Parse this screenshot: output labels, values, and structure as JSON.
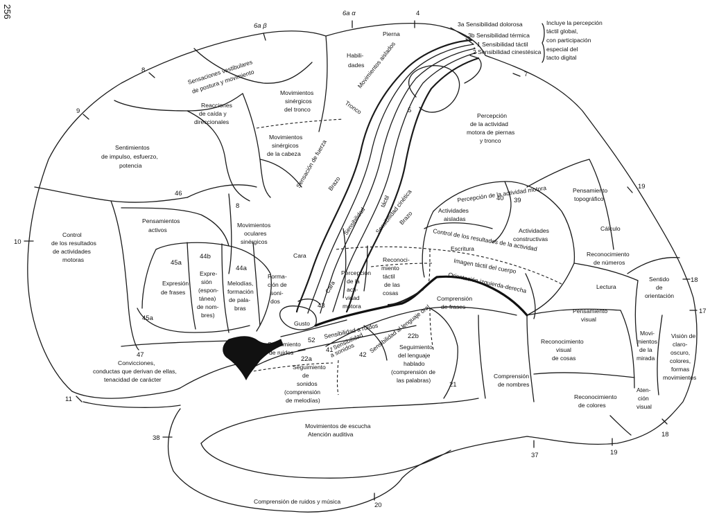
{
  "page_number": "256",
  "numbers": {
    "n4": "4",
    "n6aa": "6a α",
    "n6ab": "6a β",
    "n8": "8",
    "n9": "9",
    "n10": "10",
    "n11": "11",
    "n38": "38",
    "n20": "20",
    "n37": "37",
    "n19a": "19",
    "n19b": "19",
    "n18a": "18",
    "n18b": "18",
    "n17": "17",
    "n7": "7",
    "n5": "5",
    "n46": "46",
    "n8b": "8",
    "n44b": "44b",
    "n44a": "44a",
    "n45a1": "45a",
    "n45a2": "45a",
    "n47": "47",
    "n43": "43",
    "n52": "52",
    "n41": "41",
    "n42": "42",
    "n22a": "22a",
    "n22b": "22b",
    "n21": "21",
    "n40": "40",
    "n39": "39"
  },
  "legend": {
    "l3a": "3a Sensibilidad dolorosa",
    "l3b": "3b Sensibilidad térmica",
    "l1": "1 Sensibilidad táctil",
    "l2": "2 Sensibilidad cinestésica",
    "note": [
      "Incluye la percepción",
      "táctil global,",
      "con participación",
      "especial del",
      "tacto digital"
    ]
  },
  "areas": {
    "pierna": "Pierna",
    "habilidades": [
      "Habili-",
      "dades"
    ],
    "mov_aislados": "Movimientos aislados",
    "tronco": "Tronco",
    "sensaciones": [
      "Sensaciones vestibulares",
      "de postura y movimiento"
    ],
    "reacciones": [
      "Reacciones",
      "de caída y",
      "direccionales"
    ],
    "mov_sin_tronco": [
      "Movimientos",
      "sinérgicos",
      "del tronco"
    ],
    "mov_sin_cabeza": [
      "Movimientos",
      "sinérgicos",
      "de la cabeza"
    ],
    "sentimientos": [
      "Sentimientos",
      "de impulso, esfuerzo,",
      "potencia"
    ],
    "sensacion_fuerza": "Sensación de fuerza",
    "brazo1": "Brazo",
    "percepcion_act": [
      "Percepción",
      "de la actividad",
      "motora de piernas",
      "y tronco"
    ],
    "pens_activos": [
      "Pensamientos",
      "activos"
    ],
    "mov_oculares": [
      "Movimientos",
      "oculares",
      "sinérgicos"
    ],
    "control": [
      "Control",
      "de los resultados",
      "de actividades",
      "motoras"
    ],
    "expresion_frases": [
      "Expresión",
      "de frases"
    ],
    "expresion": [
      "Expre-",
      "sión",
      "(espon-",
      "tánea)",
      "de nom-",
      "bres)"
    ],
    "melodias": [
      "Melodías,",
      "formación",
      "de pala-",
      "bras"
    ],
    "formacion_sonidos": [
      "Forma-",
      "ción de",
      "soni-",
      "dos"
    ],
    "cara1": "Cara",
    "sens_tactil": "Sensibilidad",
    "tactil": "táctil",
    "sens_cinetica": "Sensibilidad cinética",
    "brazo2": "Brazo",
    "cara2": "Cara",
    "percepcion_cara": [
      "Percepción",
      "de la",
      "acti-",
      "vidad",
      "motora"
    ],
    "reconocimiento_tactil": [
      "Reconoci-",
      "miento",
      "táctil",
      "de las",
      "cosas"
    ],
    "percepcion_motora": "Percepción de la actividad motora",
    "act_aisladas": [
      "Actividades",
      "aisladas"
    ],
    "act_constructivas": [
      "Actividades",
      "constructivas"
    ],
    "control_result": "Control de los resultados de la actividad",
    "escritura": "Escritura",
    "imagen_tactil": "Imagen táctil del cuerpo",
    "orientacion": "Orientación izquierda-derecha",
    "comprension_frases": [
      "Comprensión",
      "de frases"
    ],
    "pens_topografico": [
      "Pensamiento",
      "topográfico"
    ],
    "calculo": "Cálculo",
    "reconoc_numeros": [
      "Reconocimiento",
      "de números"
    ],
    "lectura": "Lectura",
    "pens_visual": [
      "Pensamiento",
      "visual"
    ],
    "sentido_orientacion": [
      "Sentido",
      "de",
      "orientación"
    ],
    "vision": [
      "Visión de",
      "claro-",
      "oscuro,",
      "colores,",
      "formas",
      "movimientos"
    ],
    "mov_mirada": [
      "Movi-",
      "mientos",
      "de la",
      "mirada"
    ],
    "reconoc_visual": [
      "Reconocimiento",
      "visual",
      "de cosas"
    ],
    "reconoc_colores": [
      "Reconocimiento",
      "de colores"
    ],
    "atencion_visual": [
      "Aten-",
      "ción",
      "visual"
    ],
    "comprension_nombres": [
      "Comprensión",
      "de nombres"
    ],
    "gusto": "Gusto",
    "sens_ruidos": "Sensibilidad a ruidos",
    "sens_sonidos": [
      "Sensibilidad",
      "a sonidos"
    ],
    "sens_lenguaje": "Sensibilidad al lenguaje oral",
    "seg_ruidos": [
      "Seguimiento",
      "de ruidos"
    ],
    "seg_sonidos": [
      "Seguimiento",
      "de",
      "sonidos",
      "(comprensión",
      "de melodías)"
    ],
    "seg_lenguaje": [
      "Seguimiento",
      "del lenguaje",
      "hablado",
      "(comprensión de",
      "las palabras)"
    ],
    "convicciones": [
      "Convicciones,",
      "conductas que derivan de ellas,",
      "tenacidad de carácter"
    ],
    "mov_escucha": [
      "Movimientos de escucha",
      "Atención auditiva"
    ],
    "comprension_ruidos": "Comprensión de ruidos y música"
  }
}
